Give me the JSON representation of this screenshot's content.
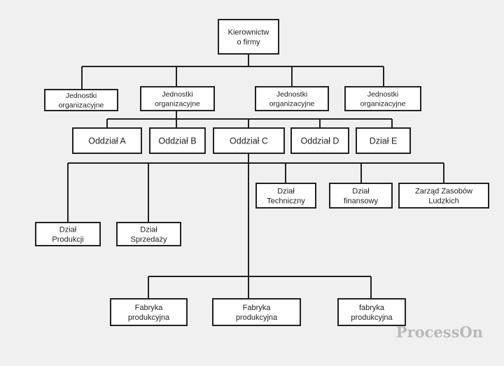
{
  "nodes": [
    {
      "id": "management",
      "lines": [
        "Kierownictw",
        "o firmy"
      ]
    },
    {
      "id": "unit-1",
      "lines": [
        "Jednostki",
        "organizacyjne"
      ]
    },
    {
      "id": "unit-2",
      "lines": [
        "Jednostki",
        "organizacyjne"
      ]
    },
    {
      "id": "unit-3",
      "lines": [
        "Jednostki",
        "organizacyjne"
      ]
    },
    {
      "id": "unit-4",
      "lines": [
        "Jednostki",
        "organizacyjne"
      ]
    },
    {
      "id": "branch-a",
      "lines": [
        "Oddział A"
      ]
    },
    {
      "id": "branch-b",
      "lines": [
        "Oddział B"
      ]
    },
    {
      "id": "branch-c",
      "lines": [
        "Oddział C"
      ]
    },
    {
      "id": "branch-d",
      "lines": [
        "Oddział D"
      ]
    },
    {
      "id": "dept-e",
      "lines": [
        "Dział E"
      ]
    },
    {
      "id": "dept-technical",
      "lines": [
        "Dział",
        "Techniczny"
      ]
    },
    {
      "id": "dept-finance",
      "lines": [
        "Dział",
        "finansowy"
      ]
    },
    {
      "id": "hr-management",
      "lines": [
        "Zarząd Zasobów",
        "Ludzkich"
      ]
    },
    {
      "id": "dept-production",
      "lines": [
        "Dział",
        "Produkcji"
      ]
    },
    {
      "id": "dept-sales",
      "lines": [
        "Dział",
        "Sprzedaży"
      ]
    },
    {
      "id": "factory-1",
      "lines": [
        "Fabryka",
        "produkcyjna"
      ]
    },
    {
      "id": "factory-2",
      "lines": [
        "Fabryka",
        "produkcyjna"
      ]
    },
    {
      "id": "factory-3",
      "lines": [
        "fabryka",
        "produkcyjna"
      ]
    }
  ],
  "edges": [
    {
      "from": "management",
      "to": [
        "unit-1",
        "unit-2",
        "unit-3",
        "unit-4"
      ]
    },
    {
      "from": "unit-2",
      "to": [
        "branch-a",
        "branch-b",
        "branch-c",
        "branch-d",
        "dept-e"
      ]
    },
    {
      "from": "branch-c",
      "to": [
        "dept-production",
        "dept-sales",
        "dept-technical",
        "dept-finance",
        "hr-management"
      ]
    },
    {
      "from": "branch-c",
      "to": [
        "factory-1",
        "factory-2",
        "factory-3"
      ]
    }
  ],
  "watermark": "ProcessOn"
}
